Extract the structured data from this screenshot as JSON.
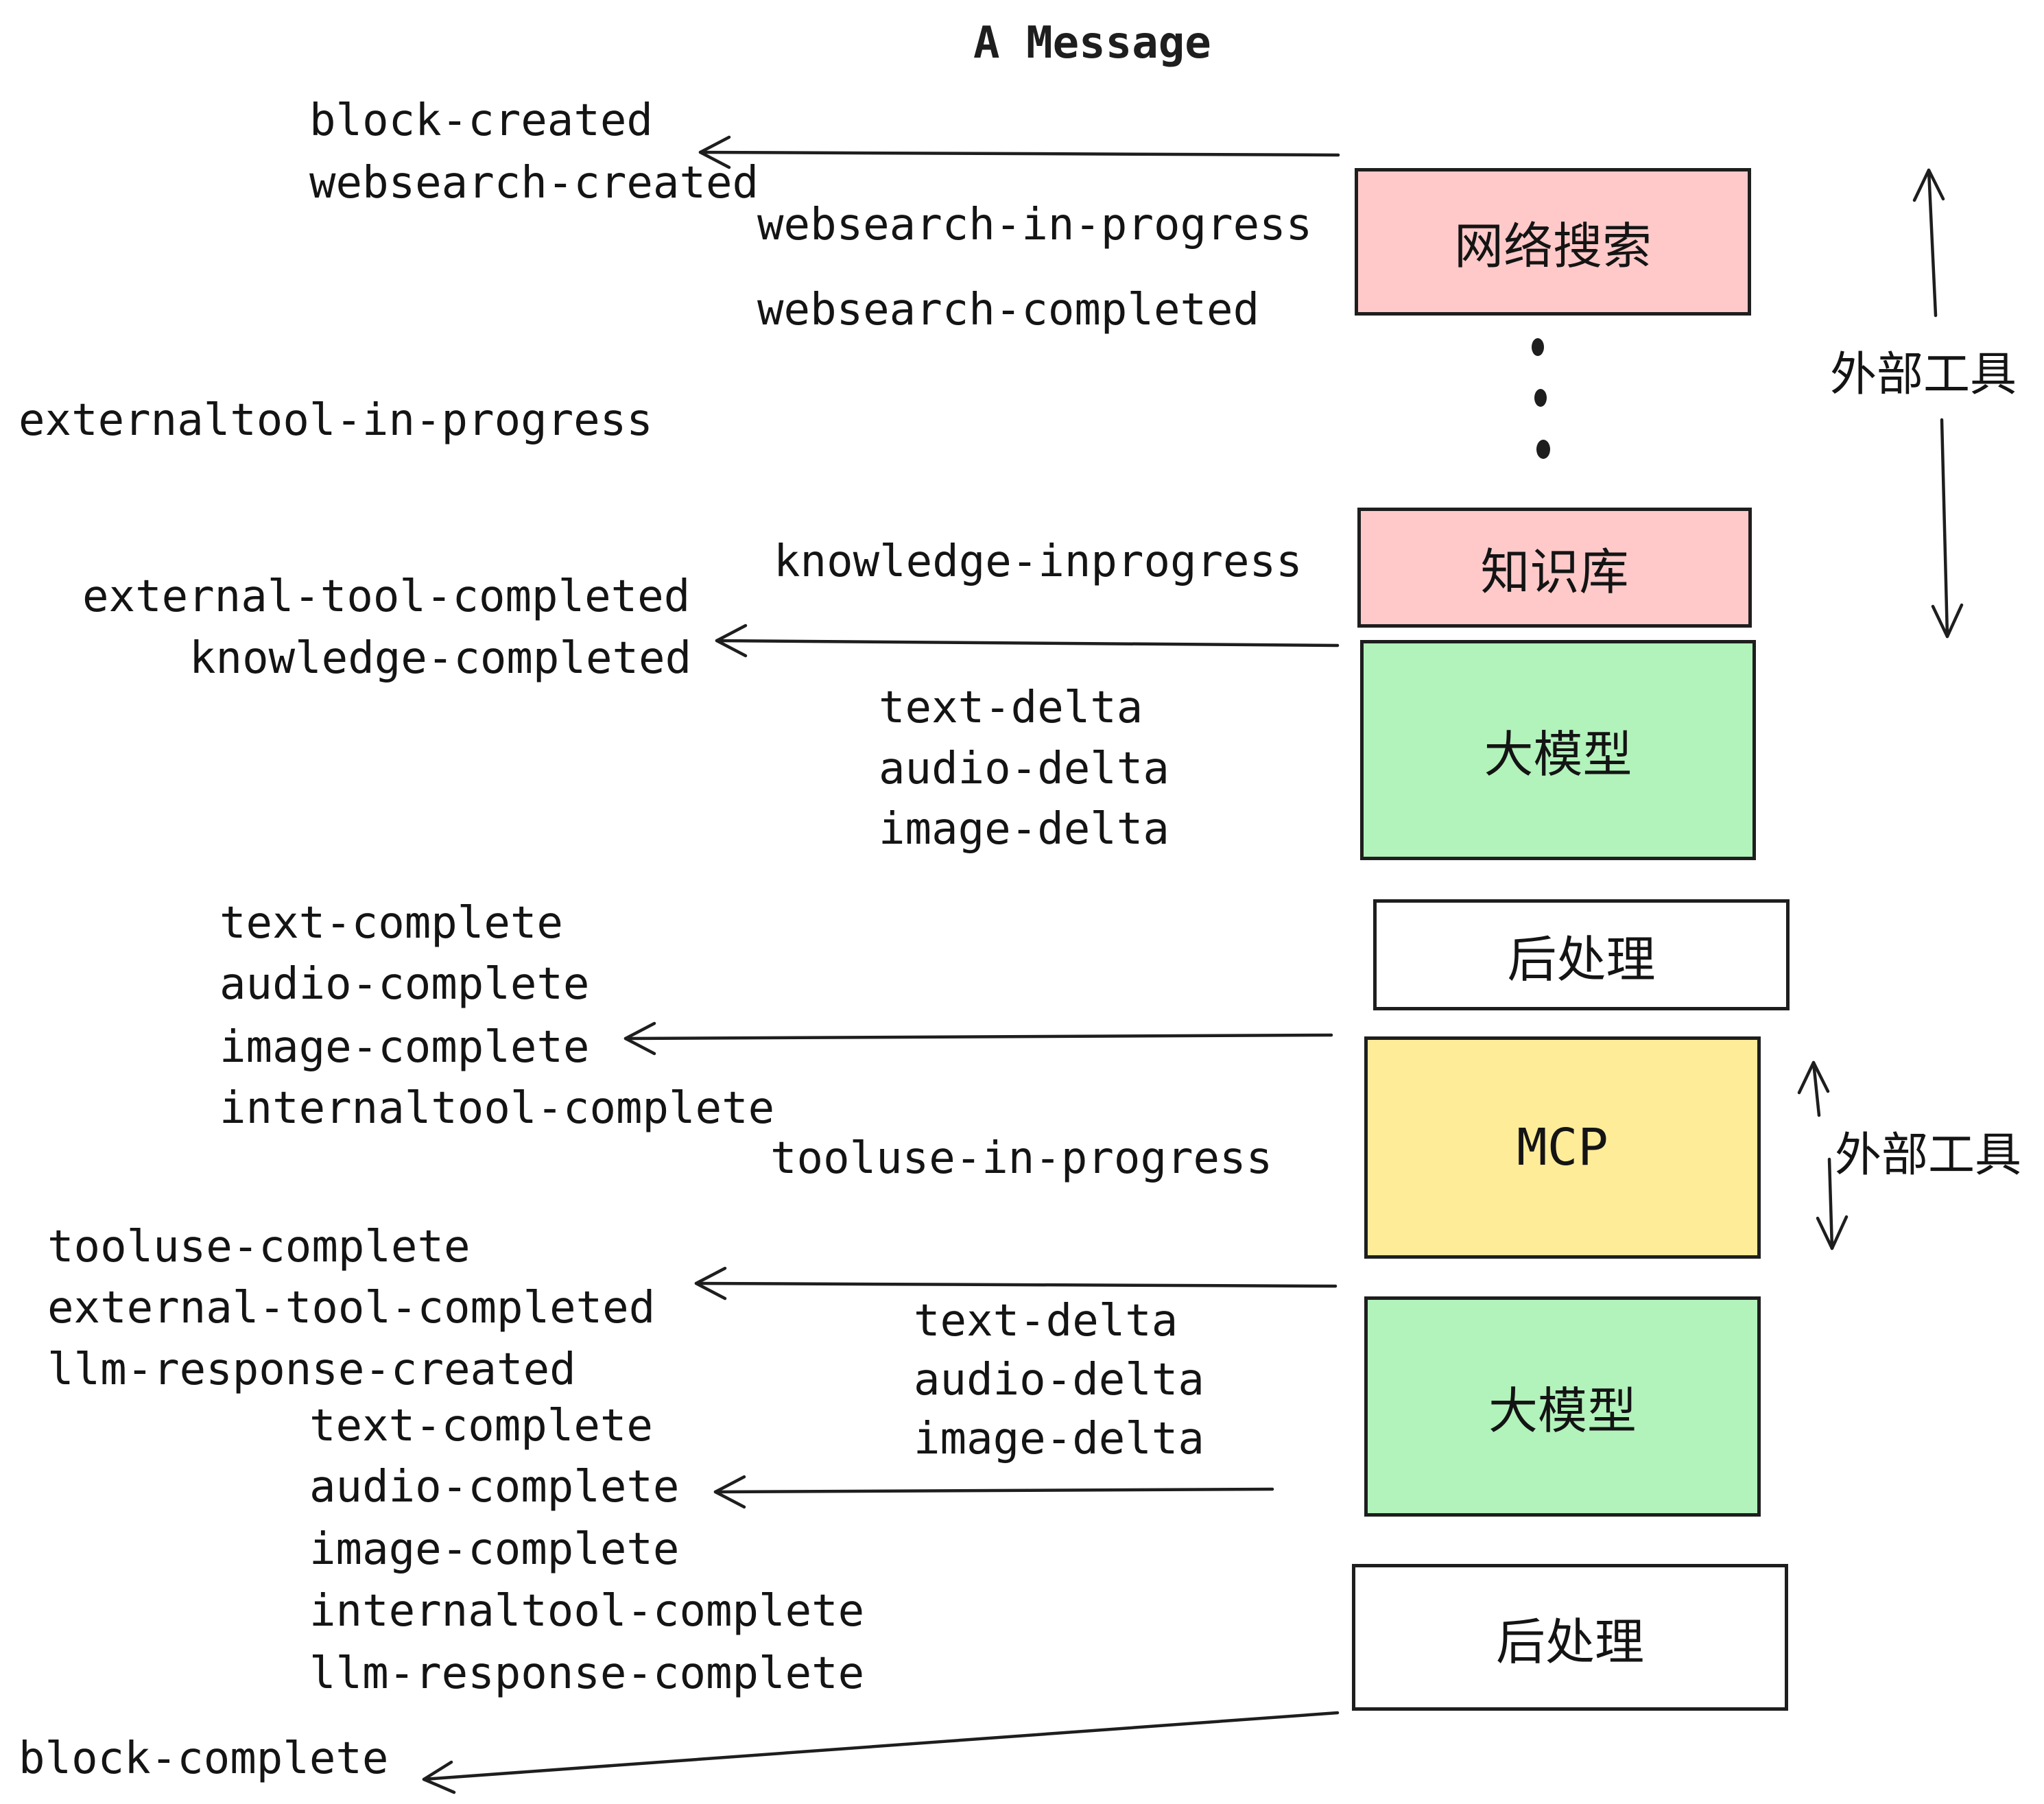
{
  "title": "A Message",
  "boxes": [
    {
      "label": "网络搜索",
      "color": "#ffc9c9"
    },
    {
      "label": "知识库",
      "color": "#ffc9c9"
    },
    {
      "label": "大模型",
      "color": "#b2f2bb"
    },
    {
      "label": "后处理",
      "color": "#ffffff"
    },
    {
      "label": "MCP",
      "color": "#ffec99"
    },
    {
      "label": "大模型",
      "color": "#b2f2bb"
    },
    {
      "label": "后处理",
      "color": "#ffffff"
    }
  ],
  "side_labels": {
    "external_tools_top": "外部工具",
    "external_tools_bottom": "外部工具"
  },
  "event_labels": [
    "block-created",
    "websearch-created",
    "websearch-in-progress",
    "websearch-completed",
    "externaltool-in-progress",
    "knowledge-inprogress",
    "external-tool-completed",
    "knowledge-completed",
    "text-delta",
    "audio-delta",
    "image-delta",
    "text-complete",
    "audio-complete",
    "image-complete",
    "internaltool-complete",
    "tooluse-in-progress",
    "tooluse-complete",
    "external-tool-completed",
    "llm-response-created",
    "text-complete",
    "audio-complete",
    "image-complete",
    "internaltool-complete",
    "llm-response-complete",
    "text-delta",
    "audio-delta",
    "image-delta",
    "block-complete"
  ],
  "colors": {
    "stroke": "#1e1e1e",
    "text": "#141414",
    "pink": "#ffc9c9",
    "green": "#b2f2bb",
    "yellow": "#ffec99",
    "white": "#ffffff",
    "background": "#ffffff"
  }
}
